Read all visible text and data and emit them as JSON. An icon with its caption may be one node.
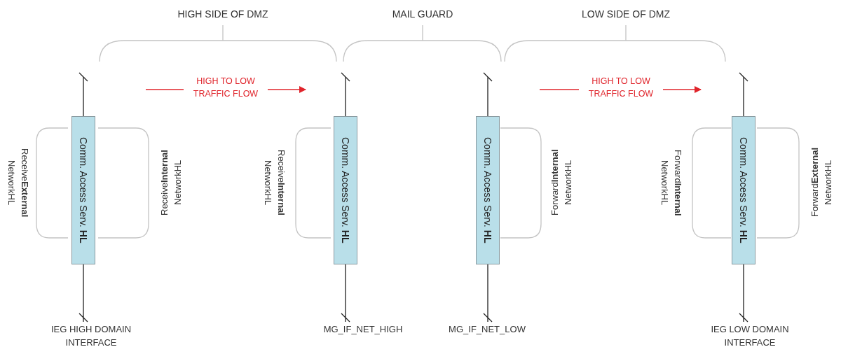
{
  "diagram": {
    "nodes": [
      {
        "text": [
          "Comm. Access Serv. **HL**"
        ]
      },
      {
        "text": [
          "Comm. Access Serv. **HL**"
        ]
      },
      {
        "text": [
          "Comm. Access Serv. **HL**"
        ]
      },
      {
        "text": [
          "Comm. Access Serv. **HL**"
        ]
      },
      {
        "text": [
          "IEG HIGH DOMAIN INTERFACE"
        ]
      },
      {
        "text": [
          "MG_IF_NET_HIGH"
        ]
      },
      {
        "text": [
          "MG_IF_NET_LOW"
        ]
      },
      {
        "text": [
          "IEG LOW DOMAIN INTERFACE"
        ]
      }
    ],
    "edges": [
      {
        "from": 0,
        "to": null,
        "arrow": "none"
      },
      {
        "from": 0,
        "to": 4,
        "arrow": "none"
      },
      {
        "from": 1,
        "to": null,
        "arrow": "none"
      },
      {
        "from": 1,
        "to": 5,
        "arrow": "none"
      },
      {
        "from": 2,
        "to": null,
        "arrow": "none"
      },
      {
        "from": 2,
        "to": 6,
        "arrow": "none"
      },
      {
        "from": 3,
        "to": null,
        "arrow": "none"
      },
      {
        "from": 3,
        "to": 7,
        "arrow": "none"
      }
    ],
    "labels": [
      "HIGH SIDE OF DMZ",
      "MAIL GUARD",
      "LOW SIDE OF DMZ",
      "HIGH TO LOW TRAFFIC FLOW",
      "HIGH TO LOW TRAFFIC FLOW",
      "Receive**External** NetworkHL",
      "Receive**Internal** NetworkHL",
      "Receive**Internal** NetworkHL",
      "Forward**Internal** NetworkHL",
      "Forward**Internal** NetworkHL",
      "Forward**External** NetworkHL"
    ]
  }
}
